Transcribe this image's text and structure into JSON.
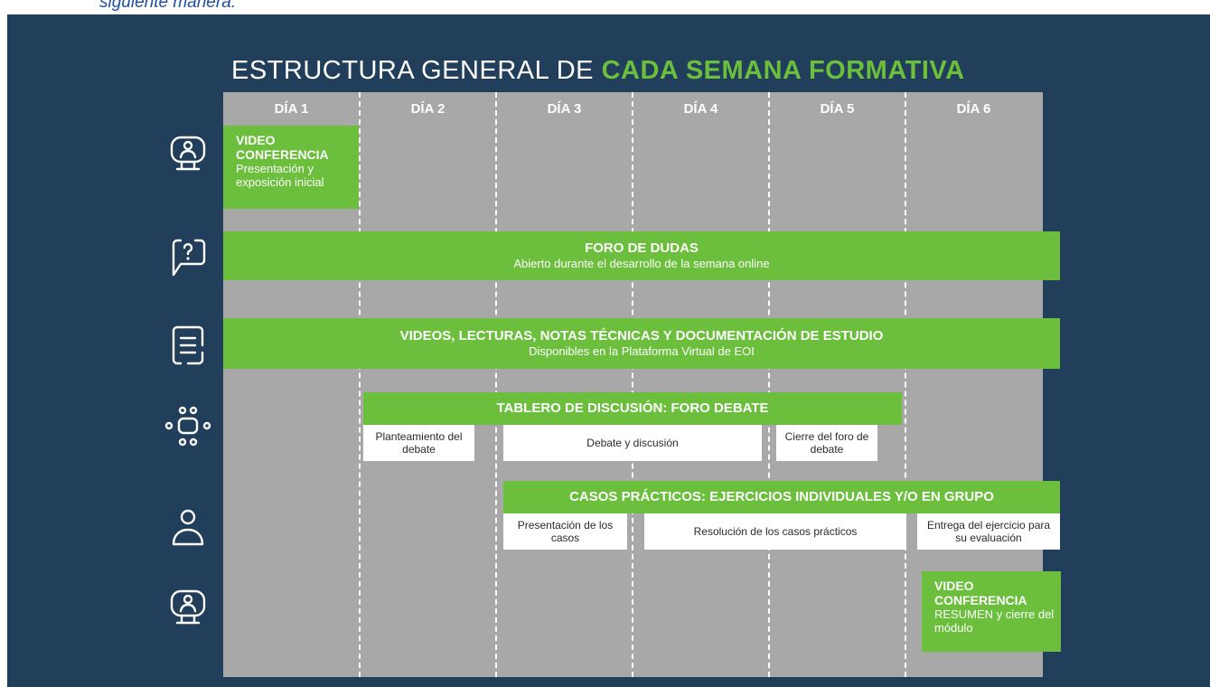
{
  "top_caption": "siguiente manera:",
  "title": {
    "prefix": "ESTRUCTURA GENERAL DE ",
    "accent": "CADA SEMANA FORMATIVA"
  },
  "days": [
    "DÍA 1",
    "DÍA 2",
    "DÍA 3",
    "DÍA 4",
    "DÍA 5",
    "DÍA 6"
  ],
  "rows": {
    "video_conf_start": {
      "heading": "VIDEO CONFERENCIA",
      "sub": "Presentación y exposición inicial"
    },
    "foro_dudas": {
      "heading": "FORO DE DUDAS",
      "sub": "Abierto durante el desarrollo de la semana online"
    },
    "materials": {
      "heading": "VIDEOS, LECTURAS, NOTAS TÉCNICAS Y DOCUMENTACIÓN DE ESTUDIO",
      "sub": "Disponibles en la Plataforma Virtual de EOI"
    },
    "tablero": {
      "heading": "TABLERO DE DISCUSIÓN: FORO DEBATE",
      "steps": [
        "Planteamiento del debate",
        "Debate y discusión",
        "Cierre del foro de debate"
      ]
    },
    "casos": {
      "heading": "CASOS PRÁCTICOS: EJERCICIOS INDIVIDUALES Y/O EN GRUPO",
      "steps": [
        "Presentación de los casos",
        "Resolución de los casos prácticos",
        "Entrega del ejercicio para su evaluación"
      ]
    },
    "video_conf_end": {
      "heading": "VIDEO CONFERENCIA",
      "sub": "RESUMEN y cierre del módulo"
    }
  },
  "icons": [
    "video-conference-icon",
    "question-chat-icon",
    "document-icon",
    "group-discussion-icon",
    "user-icon",
    "video-conference-icon"
  ],
  "colors": {
    "background": "#213f5b",
    "grid": "#a8a8a8",
    "accent": "#6bbf3c",
    "text": "#ffffff"
  }
}
